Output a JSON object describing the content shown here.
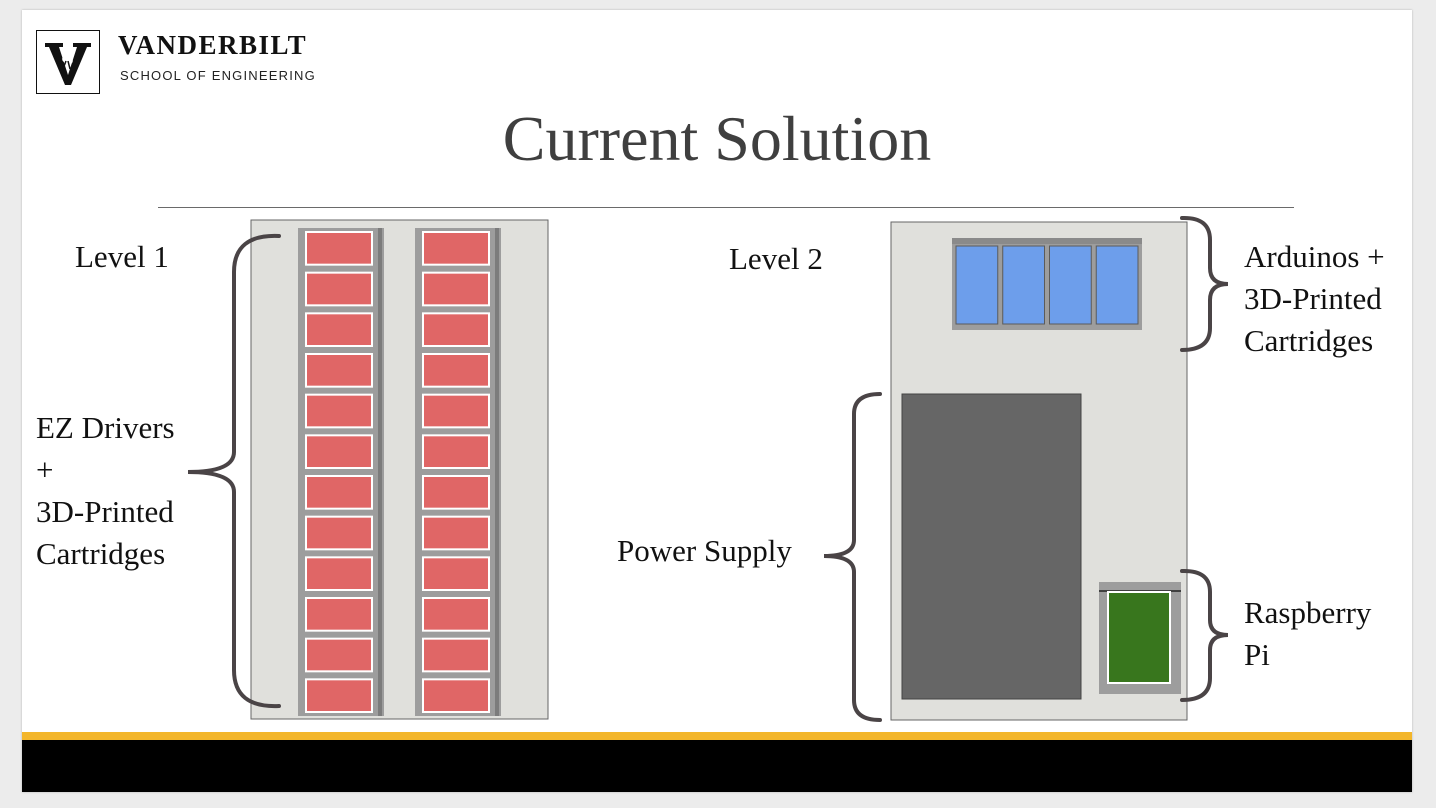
{
  "logo": {
    "name": "VANDERBILT",
    "school": "SCHOOL OF ENGINEERING"
  },
  "slide": {
    "title": "Current Solution"
  },
  "level1": {
    "heading": "Level 1",
    "bracket_label_lines": [
      "EZ Drivers",
      "+",
      "3D-Printed",
      "Cartridges"
    ],
    "driver_columns": 2,
    "drivers_per_column": 12
  },
  "level2": {
    "heading": "Level 2",
    "arduino_label_lines": [
      "Arduinos +",
      "3D-Printed",
      "Cartridges"
    ],
    "arduino_count": 4,
    "power_supply_label": "Power Supply",
    "raspberry_label_lines": [
      "Raspberry",
      "Pi"
    ]
  },
  "colors": {
    "board": "#e0e0dc",
    "rail": "#9d9d9d",
    "driver": "#e06666",
    "arduino": "#6d9eeb",
    "power_supply": "#666666",
    "raspberry_pi": "#38761d",
    "bracket": "#4a4446",
    "accent_bar": "#f3b62b"
  }
}
